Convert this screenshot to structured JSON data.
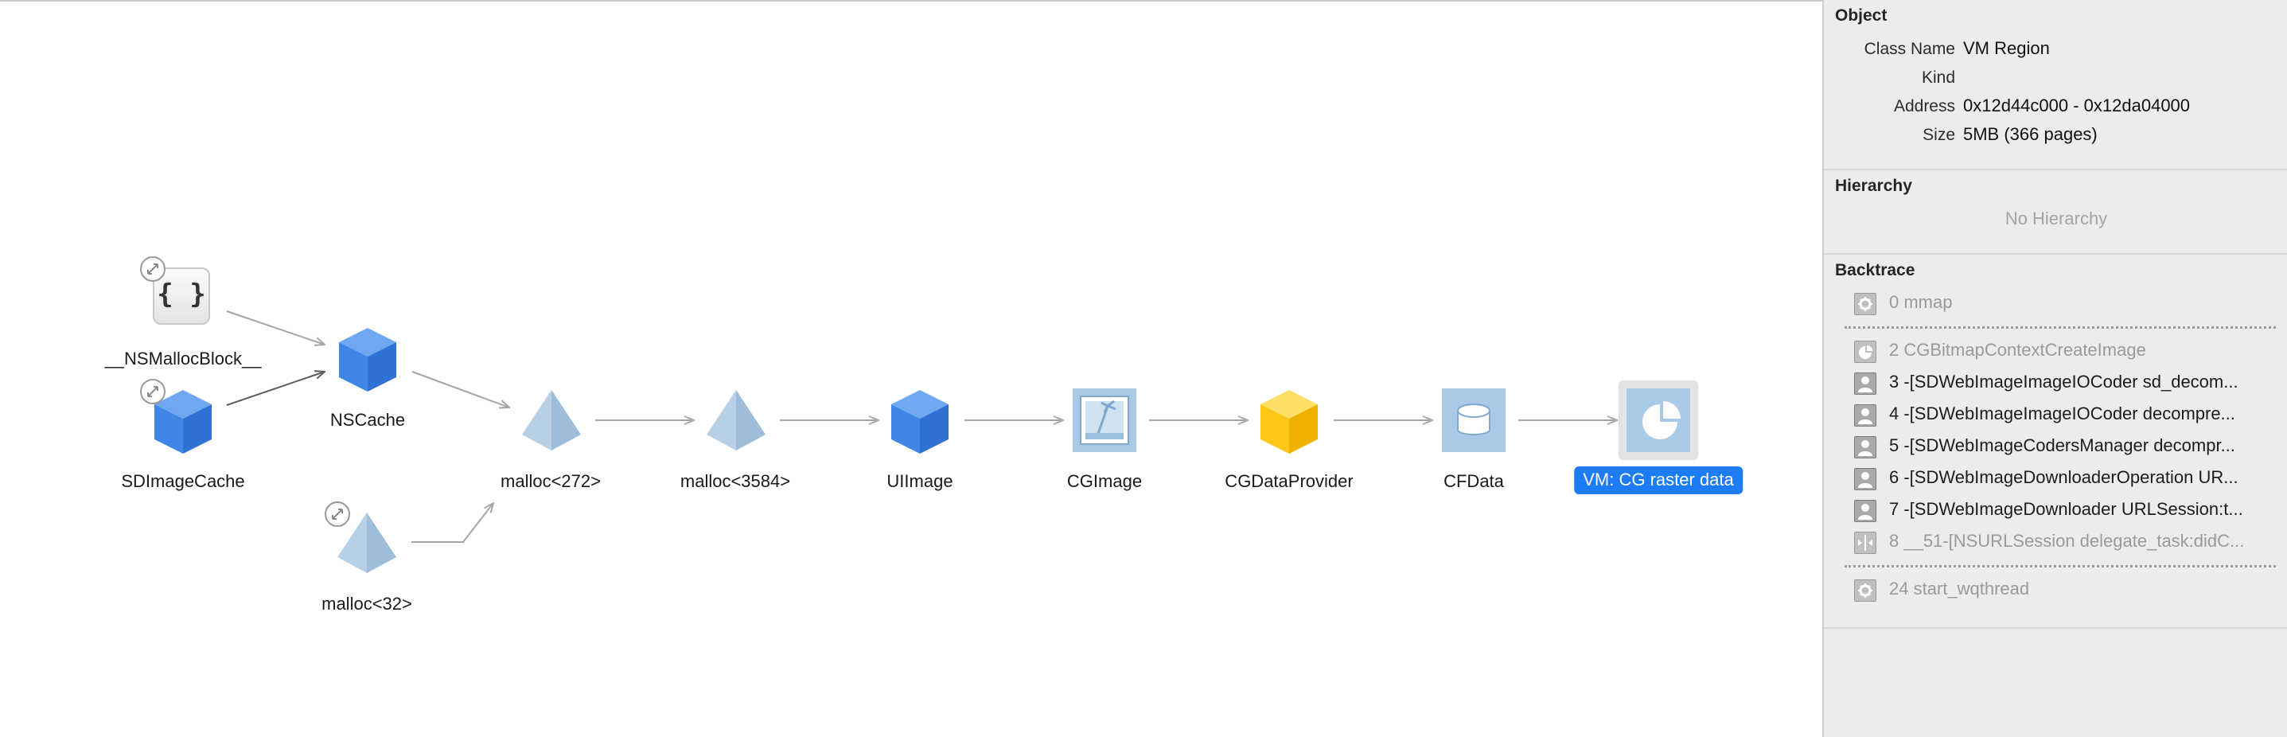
{
  "graph": {
    "nodes": {
      "nsmallocblock": "__NSMallocBlock__",
      "sdimagecache": "SDImageCache",
      "nscache": "NSCache",
      "malloc272": "malloc<272>",
      "malloc32": "malloc<32>",
      "malloc3584": "malloc<3584>",
      "uiimage": "UIImage",
      "cgimage": "CGImage",
      "cgdataprovider": "CGDataProvider",
      "cfdata": "CFData",
      "vmregion": "VM: CG raster data"
    },
    "block_glyph": "{ }",
    "colors": {
      "object_blue": "#3f86e6",
      "malloc_blue": "#a8c6e0",
      "dataprovider_yellow": "#ffc718",
      "cf_icon_blue": "#a9cae6",
      "edge": "#a6a6a6",
      "selection": "#1b7cf5"
    }
  },
  "inspector": {
    "object": {
      "title": "Object",
      "fields": [
        {
          "key": "Class Name",
          "value": "VM Region"
        },
        {
          "key": "Kind",
          "value": ""
        },
        {
          "key": "Address",
          "value": "0x12d44c000 - 0x12da04000"
        },
        {
          "key": "Size",
          "value": "5MB (366 pages)"
        }
      ]
    },
    "hierarchy": {
      "title": "Hierarchy",
      "empty_text": "No Hierarchy"
    },
    "backtrace": {
      "title": "Backtrace",
      "frames": [
        {
          "text": "0 mmap",
          "icon": "gear-icon",
          "style": "grey"
        },
        {
          "text": "2 CGBitmapContextCreateImage",
          "icon": "pie-icon",
          "style": "grey"
        },
        {
          "text": "3 -[SDWebImageImageIOCoder sd_decom...",
          "icon": "user-icon",
          "style": "dark"
        },
        {
          "text": "4 -[SDWebImageImageIOCoder decompre...",
          "icon": "user-icon",
          "style": "dark"
        },
        {
          "text": "5 -[SDWebImageCodersManager decompr...",
          "icon": "user-icon",
          "style": "dark"
        },
        {
          "text": "6 -[SDWebImageDownloaderOperation UR...",
          "icon": "user-icon",
          "style": "dark"
        },
        {
          "text": "7 -[SDWebImageDownloader URLSession:t...",
          "icon": "user-icon",
          "style": "dark"
        },
        {
          "text": "8 __51-[NSURLSession delegate_task:didC...",
          "icon": "network-icon",
          "style": "grey"
        },
        {
          "text": "24 start_wqthread",
          "icon": "gear-icon",
          "style": "grey"
        }
      ]
    }
  }
}
